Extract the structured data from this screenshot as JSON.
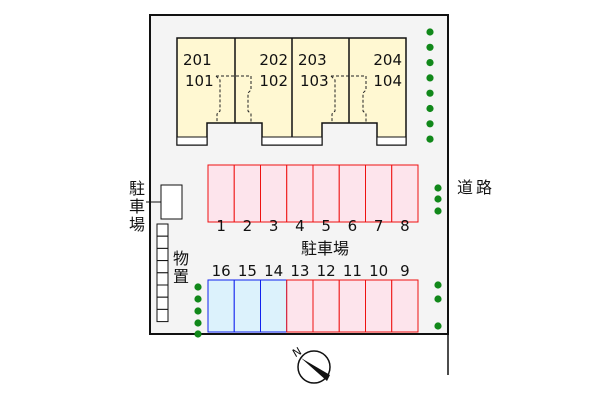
{
  "building": {
    "units_upper": [
      "201",
      "202",
      "203",
      "204"
    ],
    "units_lower": [
      "101",
      "102",
      "103",
      "104"
    ]
  },
  "parking": {
    "label": "駐車場",
    "top_row": [
      "1",
      "2",
      "3",
      "4",
      "5",
      "6",
      "7",
      "8"
    ],
    "bottom_row": [
      "16",
      "15",
      "14",
      "13",
      "12",
      "11",
      "10",
      "9"
    ],
    "bottom_row_colors": [
      "blue",
      "blue",
      "blue",
      "red",
      "red",
      "red",
      "red",
      "red"
    ]
  },
  "side_parking_label": [
    "駐",
    "車",
    "場"
  ],
  "storage_label": [
    "物",
    "置"
  ],
  "road_label": "道路",
  "compass_label": "N",
  "colors": {
    "building_fill": "#fff8d2",
    "parking_red_fill": "#fde4ec",
    "parking_red_stroke": "#ee1111",
    "parking_blue_fill": "#dcf2fc",
    "parking_blue_stroke": "#1122ee",
    "lot_fill": "#f4f4f4",
    "tree": "#11881a"
  }
}
